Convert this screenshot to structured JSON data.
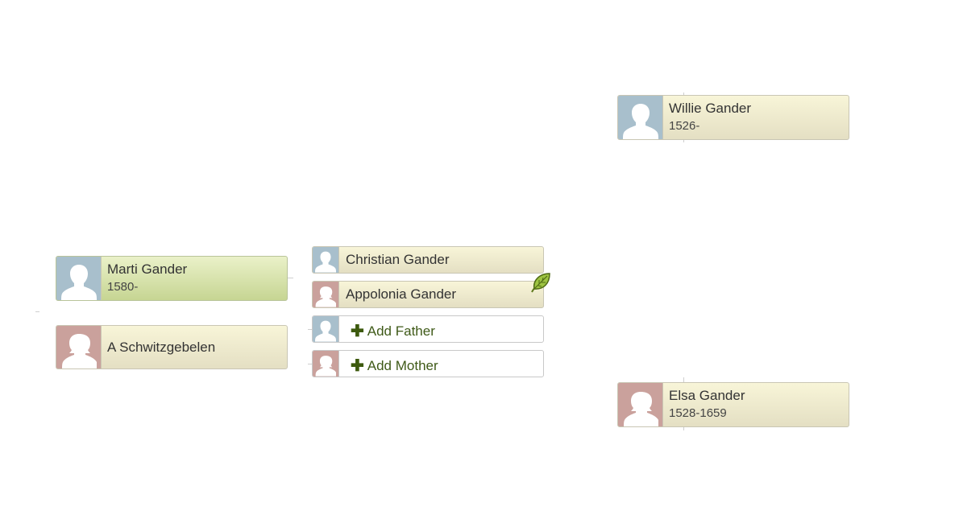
{
  "people": {
    "marti": {
      "name": "Marti Gander",
      "dates": "1580-",
      "gender": "male",
      "focus": true
    },
    "schwitz": {
      "name": "A Schwitzgebelen",
      "gender": "female"
    },
    "christian": {
      "name": "Christian Gander",
      "gender": "male"
    },
    "appolonia": {
      "name": "Appolonia Gander",
      "gender": "female"
    },
    "willie": {
      "name": "Willie Gander",
      "dates": "1526-",
      "gender": "male"
    },
    "elsa": {
      "name": "Elsa Gander",
      "dates": "1528-1659",
      "gender": "female"
    }
  },
  "actions": {
    "add_father": "Add Father",
    "add_mother": "Add Mother",
    "plus_symbol": "✚"
  },
  "icons": {
    "male": "male-silhouette-icon",
    "female": "female-silhouette-icon",
    "hint": "leaf-hint-icon"
  },
  "colors": {
    "male_photo": "#a8bfcc",
    "female_photo": "#caa19c",
    "card_default": "#f0ecd0",
    "card_focus": "#d3e0a5",
    "add_text": "#3f5a18"
  }
}
